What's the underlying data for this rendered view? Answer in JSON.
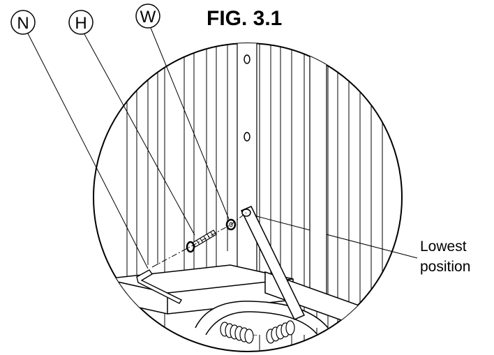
{
  "figure": {
    "title": "FIG. 3.1",
    "callouts": [
      {
        "id": "N",
        "label": "N"
      },
      {
        "id": "H",
        "label": "H"
      },
      {
        "id": "W",
        "label": "W"
      }
    ],
    "note_line1": "Lowest",
    "note_line2": "position",
    "parts": [
      "allen-key",
      "bolt",
      "washer",
      "adjustment-bar",
      "mounting-post",
      "tension-spring"
    ]
  }
}
